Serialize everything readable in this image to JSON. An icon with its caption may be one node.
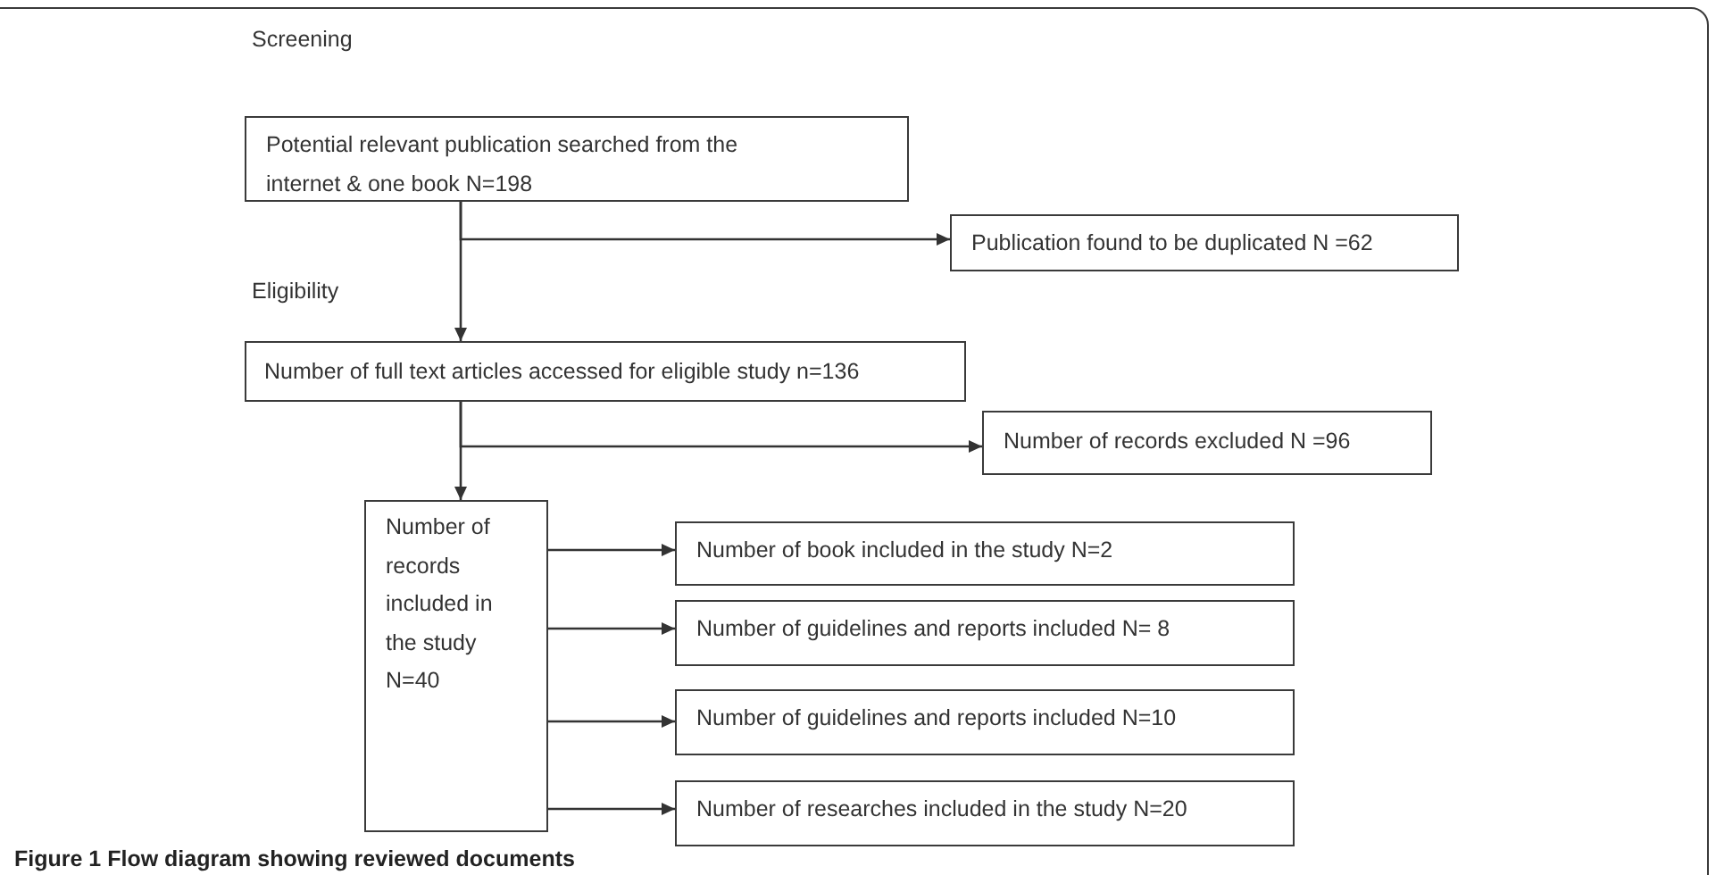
{
  "diagram": {
    "caption": "Figure 1 Flow diagram showing reviewed documents",
    "nodes": [
      {
        "text": [
          "Potential relevant publication searched from the internet & one book N=198"
        ]
      },
      {
        "text": [
          "Publication found to be duplicated N =62"
        ]
      },
      {
        "text": [
          "Number of full text articles accessed for eligible study n=136"
        ]
      },
      {
        "text": [
          "Number of records excluded N =96"
        ]
      },
      {
        "text": [
          "Number of records included in the study N=40"
        ]
      },
      {
        "text": [
          "Number of book included in the study N=2"
        ]
      },
      {
        "text": [
          "Number of guidelines and reports included N= 8"
        ]
      },
      {
        "text": [
          "Number of guidelines and reports included N=10"
        ]
      },
      {
        "text": [
          "Number of researches included in the study N=20"
        ]
      }
    ],
    "edges": [
      {
        "from": 0,
        "to": 2,
        "arrow": "to"
      },
      {
        "from": 0,
        "to": 1,
        "arrow": "to"
      },
      {
        "from": 2,
        "to": 4,
        "arrow": "to"
      },
      {
        "from": 2,
        "to": 3,
        "arrow": "to"
      },
      {
        "from": 4,
        "to": 5,
        "arrow": "to"
      },
      {
        "from": 4,
        "to": 6,
        "arrow": "to"
      },
      {
        "from": 4,
        "to": 7,
        "arrow": "to"
      },
      {
        "from": 4,
        "to": 8,
        "arrow": "to"
      }
    ],
    "labels": [
      "Screening",
      "Eligibility"
    ]
  }
}
